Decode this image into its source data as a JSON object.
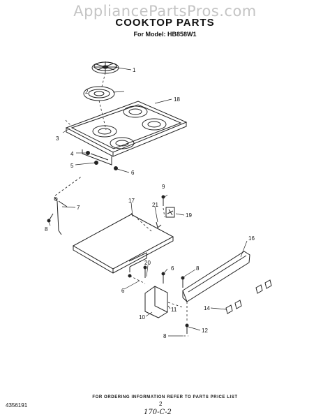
{
  "watermark": "AppliancePartsPros.com",
  "title": "COOKTOP PARTS",
  "model_line": "For Model: HB858W1",
  "footer_note": "FOR ORDERING INFORMATION REFER TO PARTS PRICE LIST",
  "doc_number": "4356191",
  "page_number": "2",
  "handwritten": "170-C-2",
  "callouts": {
    "c1": "1",
    "c2": "2",
    "c3": "3",
    "c4": "4",
    "c5": "5",
    "c6a": "6",
    "c7": "7",
    "c8a": "8",
    "c9": "9",
    "c19": "19",
    "c17": "17",
    "c21": "21",
    "c18": "18",
    "c16": "16",
    "c20": "20",
    "c6b": "6",
    "c6c": "6",
    "c8b": "8",
    "c11": "11",
    "c10": "10",
    "c14": "14",
    "c12": "12",
    "c8c": "8"
  }
}
